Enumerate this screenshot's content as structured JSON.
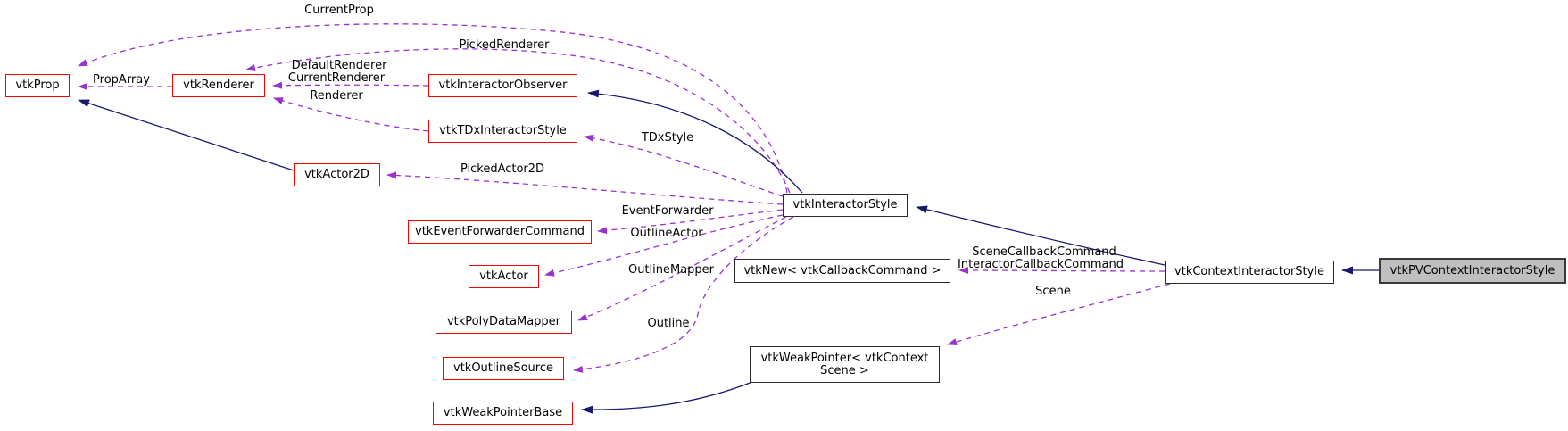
{
  "diagram": {
    "kind": "collaboration-graph",
    "colors": {
      "background": "#ffffff",
      "usage_edge": "#9a32cd",
      "inheritance_edge": "#191970",
      "node_border_red": "#ff0000",
      "node_border_black": "#2b2b2b",
      "main_node_fill": "#bfbfbf",
      "node_fill": "#ffffff",
      "text": "#000000"
    },
    "nodes": [
      {
        "id": "vtkProp",
        "label": "vtkProp",
        "border": "red"
      },
      {
        "id": "vtkRenderer",
        "label": "vtkRenderer",
        "border": "red"
      },
      {
        "id": "vtkInteractorObserver",
        "label": "vtkInteractorObserver",
        "border": "red"
      },
      {
        "id": "vtkTDxInteractorStyle",
        "label": "vtkTDxInteractorStyle",
        "border": "red"
      },
      {
        "id": "vtkActor2D",
        "label": "vtkActor2D",
        "border": "red"
      },
      {
        "id": "vtkEventForwarderCommand",
        "label": "vtkEventForwarderCommand",
        "border": "red"
      },
      {
        "id": "vtkActor",
        "label": "vtkActor",
        "border": "red"
      },
      {
        "id": "vtkPolyDataMapper",
        "label": "vtkPolyDataMapper",
        "border": "red"
      },
      {
        "id": "vtkOutlineSource",
        "label": "vtkOutlineSource",
        "border": "red"
      },
      {
        "id": "vtkWeakPointerBase",
        "label": "vtkWeakPointerBase",
        "border": "red"
      },
      {
        "id": "vtkInteractorStyle",
        "label": "vtkInteractorStyle",
        "border": "black"
      },
      {
        "id": "vtkNew_vtkCallbackCommand",
        "label": "vtkNew< vtkCallbackCommand >",
        "border": "black"
      },
      {
        "id": "vtkWeakPointer_vtkContextScene",
        "label": "vtkWeakPointer< vtkContext",
        "label2": "Scene >",
        "border": "black"
      },
      {
        "id": "vtkContextInteractorStyle",
        "label": "vtkContextInteractorStyle",
        "border": "black"
      },
      {
        "id": "vtkPVContextInteractorStyle",
        "label": "vtkPVContextInteractorStyle",
        "border": "black",
        "main": true
      }
    ],
    "edge_labels": {
      "prop_array": "PropArray",
      "current_prop": "CurrentProp",
      "picked_renderer": "PickedRenderer",
      "default_renderer": "DefaultRenderer",
      "current_renderer": "CurrentRenderer",
      "renderer": "Renderer",
      "tdx_style": "TDxStyle",
      "picked_actor2d": "PickedActor2D",
      "event_forwarder": "EventForwarder",
      "outline_actor": "OutlineActor",
      "outline_mapper": "OutlineMapper",
      "outline": "Outline",
      "scene_callback_command": "SceneCallbackCommand",
      "interactor_callback_command": "InteractorCallbackCommand",
      "scene": "Scene"
    },
    "edges": [
      {
        "from": "vtkRenderer",
        "to": "vtkProp",
        "label": "PropArray",
        "type": "usage"
      },
      {
        "from": "vtkInteractorStyle",
        "to": "vtkProp",
        "label": "CurrentProp",
        "type": "usage"
      },
      {
        "from": "vtkInteractorStyle",
        "to": "vtkRenderer",
        "label": "PickedRenderer",
        "type": "usage"
      },
      {
        "from": "vtkInteractorObserver",
        "to": "vtkRenderer",
        "label": "DefaultRenderer CurrentRenderer",
        "type": "usage"
      },
      {
        "from": "vtkTDxInteractorStyle",
        "to": "vtkRenderer",
        "label": "Renderer",
        "type": "usage"
      },
      {
        "from": "vtkInteractorStyle",
        "to": "vtkTDxInteractorStyle",
        "label": "TDxStyle",
        "type": "usage"
      },
      {
        "from": "vtkInteractorStyle",
        "to": "vtkActor2D",
        "label": "PickedActor2D",
        "type": "usage"
      },
      {
        "from": "vtkInteractorStyle",
        "to": "vtkEventForwarderCommand",
        "label": "EventForwarder",
        "type": "usage"
      },
      {
        "from": "vtkInteractorStyle",
        "to": "vtkActor",
        "label": "OutlineActor",
        "type": "usage"
      },
      {
        "from": "vtkInteractorStyle",
        "to": "vtkPolyDataMapper",
        "label": "OutlineMapper",
        "type": "usage"
      },
      {
        "from": "vtkInteractorStyle",
        "to": "vtkOutlineSource",
        "label": "Outline",
        "type": "usage"
      },
      {
        "from": "vtkContextInteractorStyle",
        "to": "vtkNew_vtkCallbackCommand",
        "label": "SceneCallbackCommand InteractorCallbackCommand",
        "type": "usage"
      },
      {
        "from": "vtkContextInteractorStyle",
        "to": "vtkWeakPointer_vtkContextScene",
        "label": "Scene",
        "type": "usage"
      },
      {
        "from": "vtkInteractorStyle",
        "to": "vtkInteractorObserver",
        "type": "inheritance"
      },
      {
        "from": "vtkActor2D",
        "to": "vtkProp",
        "type": "inheritance"
      },
      {
        "from": "vtkContextInteractorStyle",
        "to": "vtkInteractorStyle",
        "type": "inheritance"
      },
      {
        "from": "vtkPVContextInteractorStyle",
        "to": "vtkContextInteractorStyle",
        "type": "inheritance"
      },
      {
        "from": "vtkWeakPointer_vtkContextScene",
        "to": "vtkWeakPointerBase",
        "type": "inheritance"
      }
    ]
  }
}
